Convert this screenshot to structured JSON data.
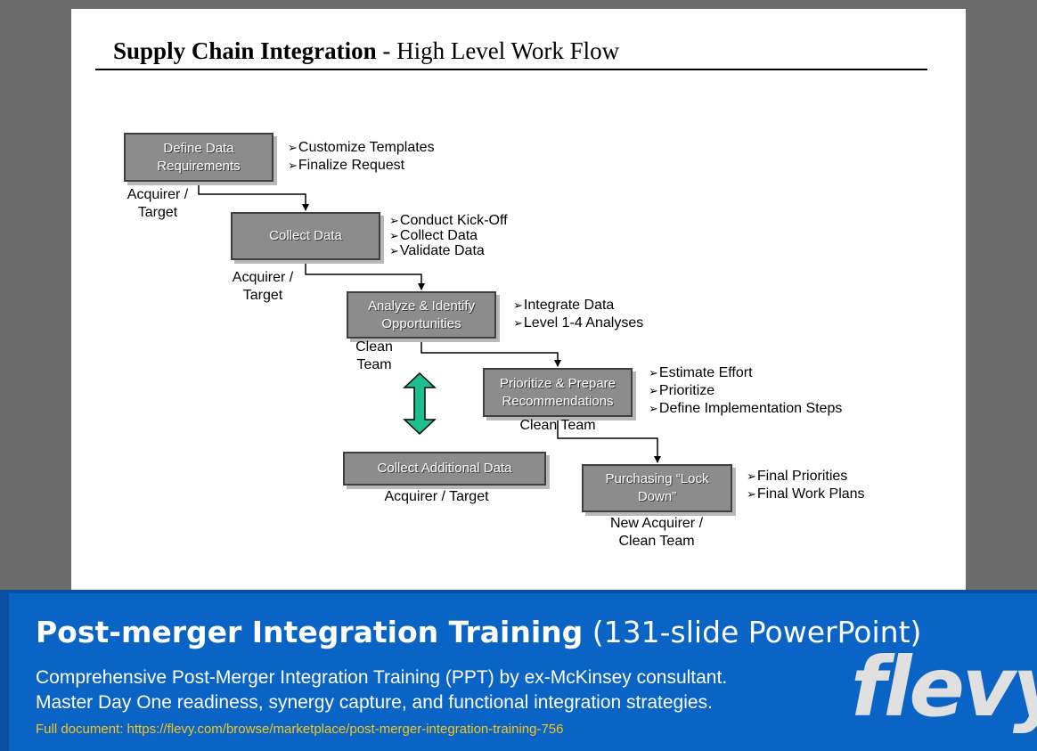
{
  "slide": {
    "title_bold": "Supply Chain Integration",
    "title_rest": " - High Level Work Flow"
  },
  "steps": [
    {
      "lines": [
        "Define Data",
        "Requirements"
      ],
      "bullets": [
        "Customize Templates",
        "Finalize Request"
      ],
      "owner": [
        "Acquirer /",
        "Target"
      ]
    },
    {
      "lines": [
        "Collect Data"
      ],
      "bullets": [
        "Conduct Kick-Off",
        "Collect Data",
        "Validate Data"
      ],
      "owner": [
        "Acquirer /",
        "Target"
      ]
    },
    {
      "lines": [
        "Analyze & Identify",
        "Opportunities"
      ],
      "bullets": [
        "Integrate Data",
        "Level 1-4 Analyses"
      ],
      "owner": [
        "Clean",
        "Team"
      ]
    },
    {
      "lines": [
        "Prioritize & Prepare",
        "Recommendations"
      ],
      "bullets": [
        "Estimate Effort",
        "Prioritize",
        "Define Implementation Steps"
      ],
      "owner": [
        "Clean Team"
      ]
    },
    {
      "lines": [
        "Purchasing “Lock",
        "Down”"
      ],
      "bullets": [
        "Final Priorities",
        "Final Work Plans"
      ],
      "owner": [
        "New Acquirer /",
        "Clean Team"
      ]
    }
  ],
  "side_step": {
    "label": "Collect Additional Data",
    "owner": "Acquirer / Target"
  },
  "bullet_glyph": "➢",
  "colors": {
    "box_fill": "#8c8c8c",
    "double_arrow": "#1dbf8e",
    "banner_bg": "#0a64c6",
    "link_color": "#f5c518"
  },
  "banner": {
    "title_bold": "Post-merger Integration Training",
    "title_light": " (131-slide PowerPoint)",
    "desc_line1": "Comprehensive Post-Merger Integration Training (PPT) by ex-McKinsey consultant.",
    "desc_line2": "Master Day One readiness, synergy capture, and functional integration strategies.",
    "link": "Full document: https://flevy.com/browse/marketplace/post-merger-integration-training-756",
    "logo": "flevy"
  }
}
